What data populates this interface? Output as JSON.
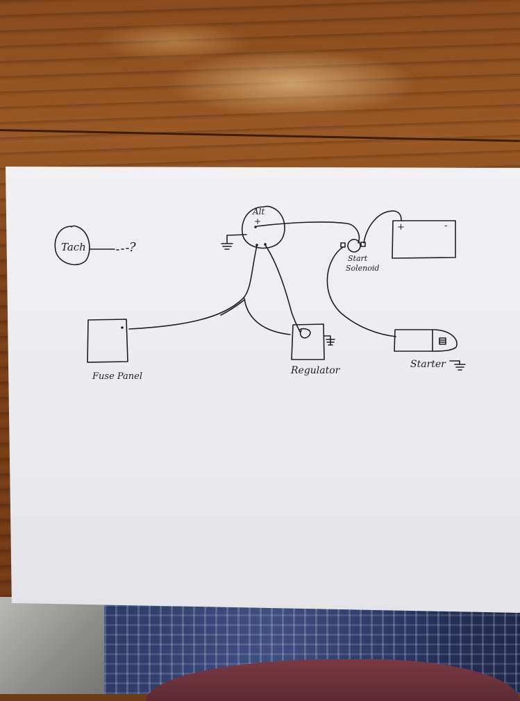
{
  "labels": {
    "tach": "Tach",
    "tach_query": "?",
    "alt": "Alt",
    "alt_plus": "+",
    "battery_plus": "+",
    "battery_minus": "-",
    "solenoid_line1": "Start",
    "solenoid_line2": "Solenoid",
    "fuse_panel": "Fuse Panel",
    "regulator": "Regulator",
    "starter": "Starter"
  },
  "colors": {
    "ink": "#1e1e22",
    "paper": "#ededf0",
    "wood": "#86491d"
  }
}
